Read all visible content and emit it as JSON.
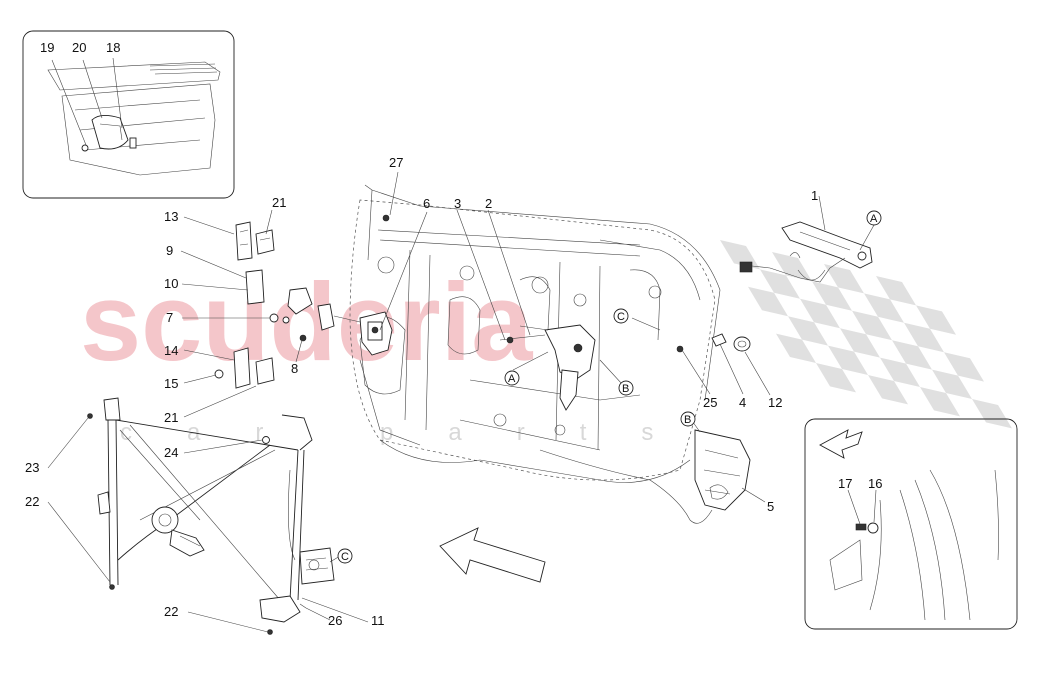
{
  "watermark": {
    "brand": "scuderia",
    "sub": "car parts",
    "brand_color": "#f2b8bd",
    "checker_color": "#d6d6d6"
  },
  "callouts": {
    "n1": "1",
    "n2": "2",
    "n3": "3",
    "n4": "4",
    "n5": "5",
    "n6": "6",
    "n7": "7",
    "n8": "8",
    "n9": "9",
    "n10": "10",
    "n11": "11",
    "n12": "12",
    "n13": "13",
    "n14": "14",
    "n15": "15",
    "n16": "16",
    "n17": "17",
    "n18": "18",
    "n19": "19",
    "n20": "20",
    "n21a": "21",
    "n21b": "21",
    "n22a": "22",
    "n22b": "22",
    "n23": "23",
    "n24": "24",
    "n25": "25",
    "n26": "26",
    "n27": "27"
  },
  "refs": {
    "A": "A",
    "B": "B",
    "C": "C"
  }
}
